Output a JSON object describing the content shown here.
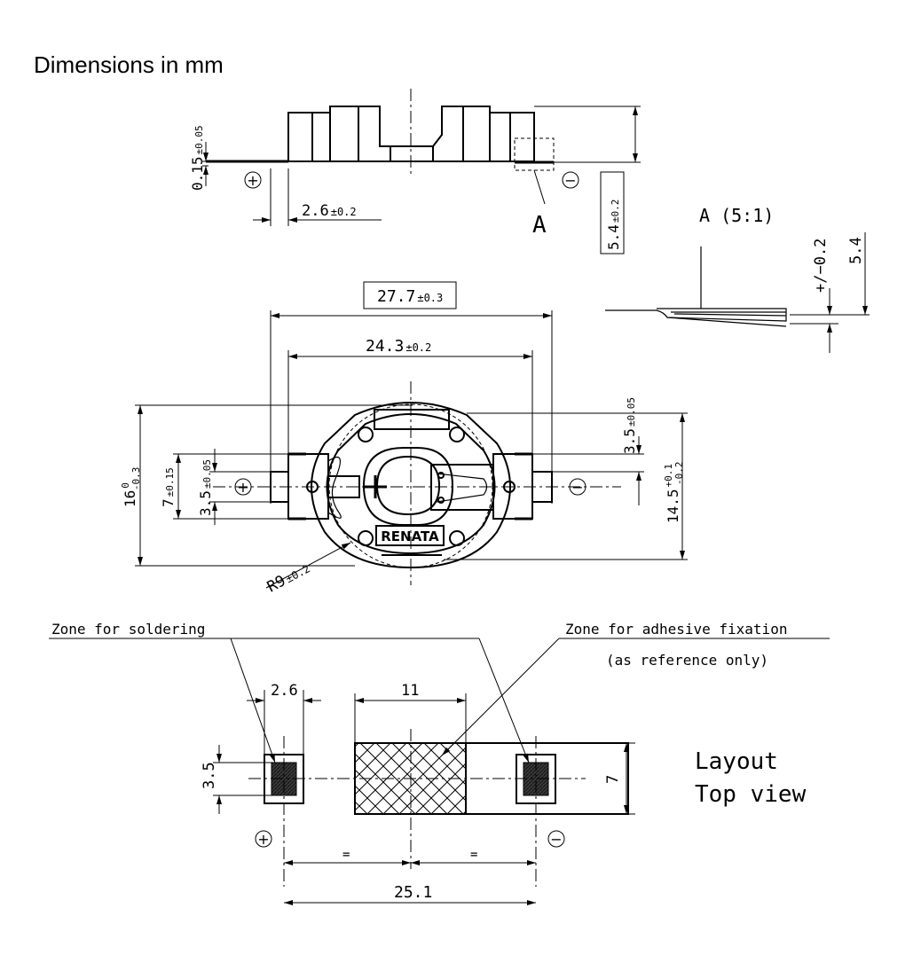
{
  "title": "Dimensions in mm",
  "side_view": {
    "dim_thickness": "0.15",
    "dim_thickness_tol": "±0.05",
    "dim_tab": "2.6",
    "dim_tab_tol": "±0.2",
    "dim_height": "5.4",
    "dim_height_tol": "±0.2",
    "detail_marker": "A",
    "plus": "+",
    "minus": "−"
  },
  "detail_a": {
    "title": "A (5:1)",
    "dim_tol": "+/−0.2",
    "dim_height": "5.4"
  },
  "top_view": {
    "dim_overall_width": "27.7",
    "dim_overall_width_tol": "±0.3",
    "dim_inner_width": "24.3",
    "dim_inner_width_tol": "±0.2",
    "dim_overall_height": "16",
    "dim_overall_height_tol_upper": "0",
    "dim_overall_height_tol_lower": "-0.3",
    "dim_tab_h": "7",
    "dim_tab_h_tol": "±0.15",
    "dim_tab_inner": "3.5",
    "dim_tab_inner_tol": "±0.05",
    "dim_right_top": "3.5",
    "dim_right_top_tol": "±0.05",
    "dim_body_h": "14.5",
    "dim_body_h_tol_upper": "+0.1",
    "dim_body_h_tol_lower": "-0.2",
    "dim_radius": "R9",
    "dim_radius_tol": "±0.2",
    "brand": "RENATA",
    "plus": "+",
    "minus": "−"
  },
  "layout": {
    "label_solder": "Zone for soldering",
    "label_adhesive": "Zone for adhesive fixation",
    "label_reference": "(as reference only)",
    "dim_pad_w": "2.6",
    "dim_adhesive_w": "11",
    "dim_pad_h": "3.5",
    "dim_body_h": "7",
    "dim_equal_left": "=",
    "dim_equal_right": "=",
    "dim_total": "25.1",
    "caption_line1": "Layout",
    "caption_line2": "Top view",
    "plus": "+",
    "minus": "−"
  }
}
